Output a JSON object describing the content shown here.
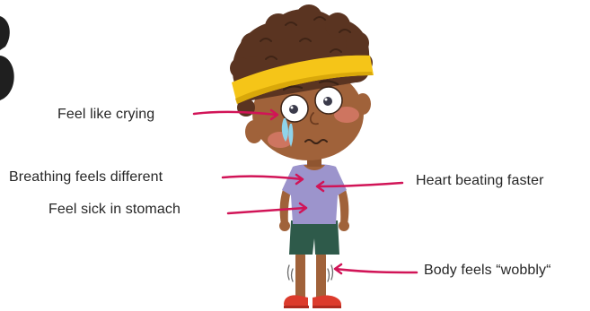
{
  "labels": {
    "crying": "Feel like crying",
    "breathing": "Breathing feels different",
    "sick": "Feel sick in stomach",
    "heart": "Heart beating faster",
    "wobbly": "Body feels “wobbly“"
  },
  "colors": {
    "arrow": "#d11457",
    "headband": "#f5c518",
    "hair": "#5a3421",
    "skin": "#a0623a",
    "shirt": "#9c94cc",
    "shorts": "#2e5a4a",
    "shoes": "#dc3b2c",
    "text": "#262626"
  }
}
